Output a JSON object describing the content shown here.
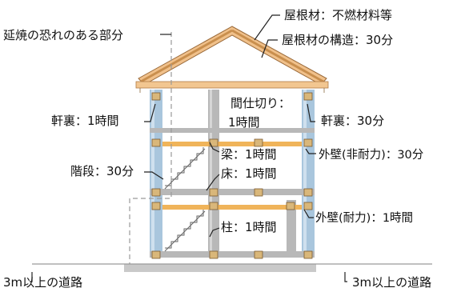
{
  "labels": {
    "fire_spread_zone": "延焼の恐れのある部分",
    "roof_material": "屋根材：不燃材料等",
    "roof_structure": "屋根材の構造：30分",
    "eaves_left": "軒裏：1時間",
    "partition_line1": "間仕切り：",
    "partition_line2": "1時間",
    "eaves_right": "軒裏：30分",
    "beam": "梁：1時間",
    "exterior_wall_nonbearing": "外壁(非耐力)：30分",
    "stairs": "階段：30分",
    "floor": "床：1時間",
    "column": "柱：1時間",
    "exterior_wall_bearing": "外壁(耐力)：1時間",
    "road_left": "3m以上の道路",
    "road_right": "3m以上の道路"
  },
  "colors": {
    "roof_fill": "#f0c08a",
    "roof_edge": "#9a6a3a",
    "column_blue": "#a9c6dd",
    "column_gray": "#b8b8b8",
    "beam_orange": "#f0b45a",
    "joint_tan": "#d9b77a",
    "ground_gray": "#c9c9c9"
  }
}
